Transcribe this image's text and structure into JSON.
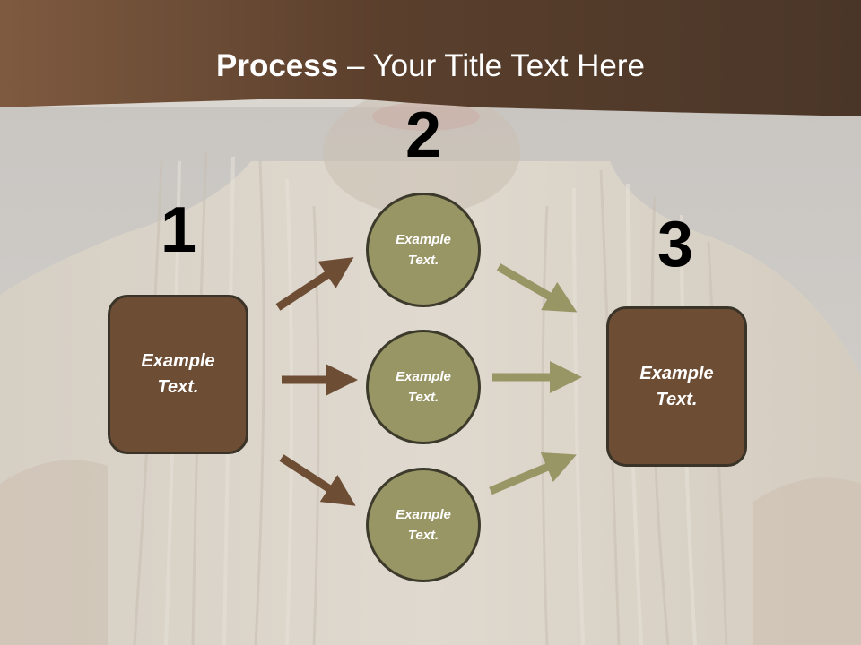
{
  "title": {
    "bold": "Process",
    "rest": " – Your Title Text Here"
  },
  "steps": {
    "step1": {
      "number": "1",
      "box": {
        "line1": "Example",
        "line2": "Text."
      }
    },
    "step2": {
      "number": "2",
      "circles": [
        {
          "line1": "Example",
          "line2": "Text."
        },
        {
          "line1": "Example",
          "line2": "Text."
        },
        {
          "line1": "Example",
          "line2": "Text."
        }
      ]
    },
    "step3": {
      "number": "3",
      "box": {
        "line1": "Example",
        "line2": "Text."
      }
    }
  },
  "colors": {
    "header_band": "#6b4a33",
    "box_fill": "#6e4d35",
    "circle_fill": "#999666",
    "arrow_brown": "#6e4d35",
    "arrow_olive": "#999666"
  }
}
